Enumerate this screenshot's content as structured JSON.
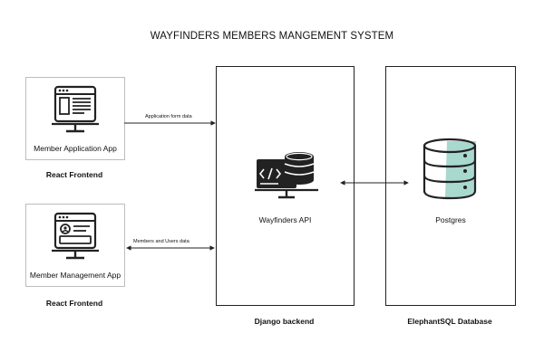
{
  "title": "WAYFINDERS MEMBERS MANGEMENT SYSTEM",
  "nodes": {
    "member_application_app": {
      "label": "Member Application App",
      "group": "React Frontend",
      "icon": "app-form-monitor-icon"
    },
    "member_management_app": {
      "label": "Member Management App",
      "group": "React Frontend",
      "icon": "user-profile-monitor-icon"
    },
    "wayfinders_api": {
      "label": "Wayfinders API",
      "group": "Django backend",
      "icon": "code-server-monitor-icon"
    },
    "postgres": {
      "label": "Postgres",
      "group": "ElephantSQL Database",
      "icon": "database-icon"
    }
  },
  "edges": [
    {
      "from": "member_application_app",
      "to": "wayfinders_api",
      "label": "Application form data",
      "direction": "forward"
    },
    {
      "from": "member_management_app",
      "to": "wayfinders_api",
      "label": "Members and Users data",
      "direction": "both"
    },
    {
      "from": "wayfinders_api",
      "to": "postgres",
      "label": "",
      "direction": "both"
    }
  ],
  "colors": {
    "stroke": "#222222",
    "box_border": "#bdbdbd",
    "db_accent": "#a9d8cf"
  }
}
